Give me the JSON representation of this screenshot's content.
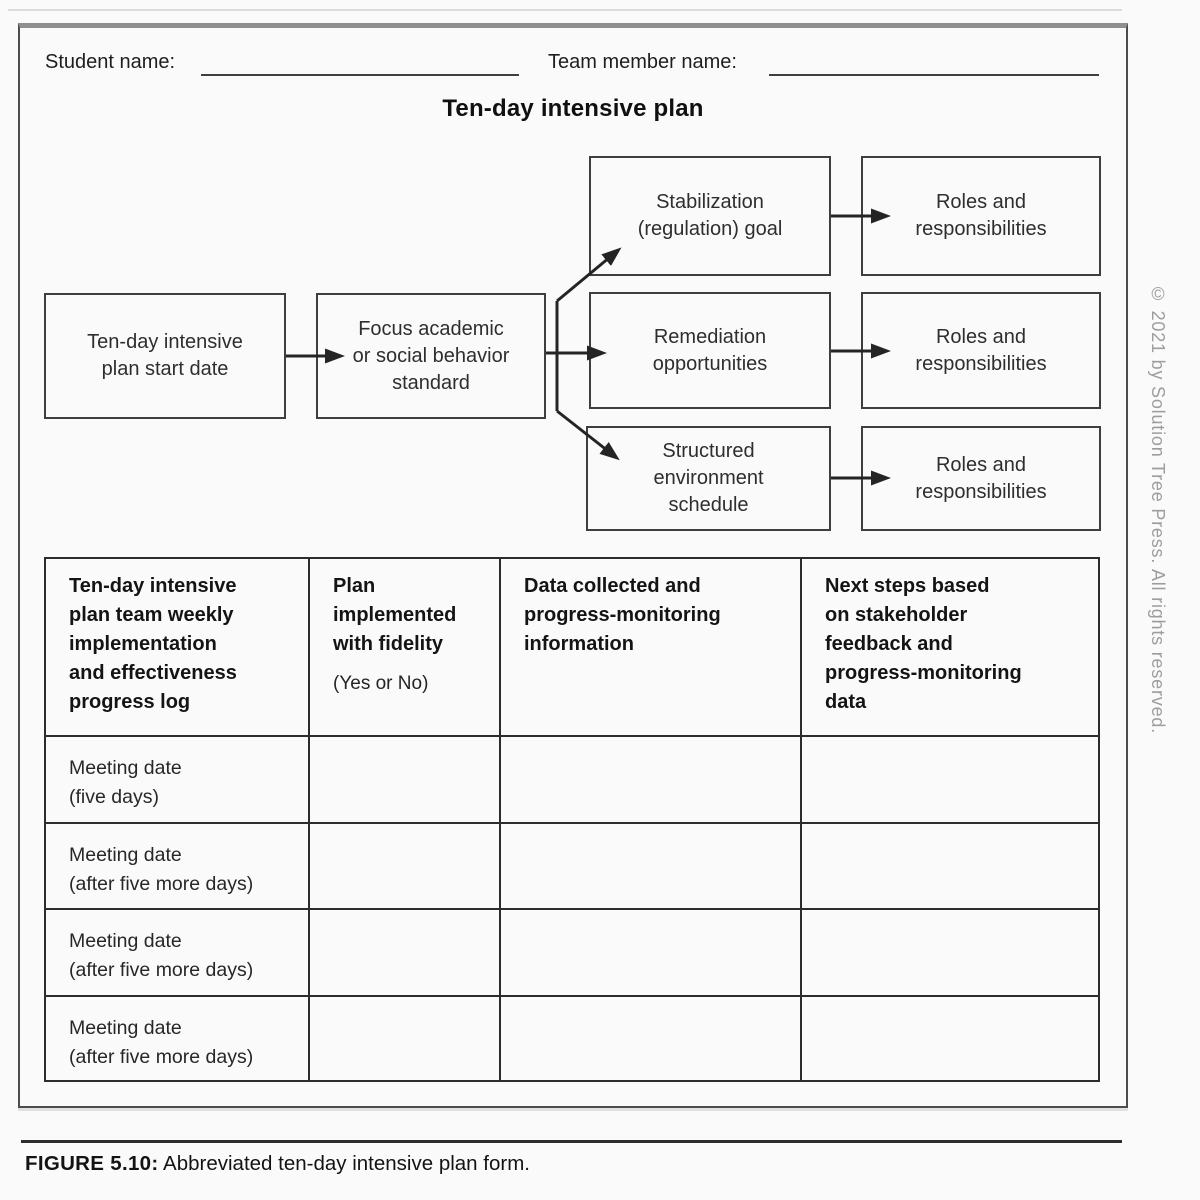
{
  "colors": {
    "box_border": "#3e3e3e",
    "table_border": "#2c2c2c",
    "text": "#222222",
    "muted_copyright": "#9d9d9d"
  },
  "header": {
    "student_name_label": "Student name:",
    "student_name_value": "",
    "team_member_name_label": "Team member name:",
    "team_member_name_value": "",
    "title": "Ten-day intensive plan"
  },
  "flowchart": {
    "start": "Ten-day intensive\nplan start date",
    "focus": "Focus academic\nor social behavior\nstandard",
    "branches": [
      {
        "goal": "Stabilization\n(regulation) goal",
        "outcome": "Roles and\nresponsibilities"
      },
      {
        "goal": "Remediation\nopportunities",
        "outcome": "Roles and\nresponsibilities"
      },
      {
        "goal": "Structured\nenvironment\nschedule",
        "outcome": "Roles and\nresponsibilities"
      }
    ]
  },
  "table": {
    "columns": [
      {
        "title": "Ten-day intensive\nplan team weekly\nimplementation\nand effectiveness\nprogress log",
        "note": ""
      },
      {
        "title": "Plan\nimplemented\nwith fidelity",
        "note": "(Yes or No)"
      },
      {
        "title": "Data collected and\nprogress-monitoring\ninformation",
        "note": ""
      },
      {
        "title": "Next steps based\non stakeholder\nfeedback and\nprogress-monitoring\ndata",
        "note": ""
      }
    ],
    "rows": [
      {
        "label": "Meeting date",
        "detail": "(five days)",
        "fidelity": "",
        "data_collected": "",
        "next_steps": ""
      },
      {
        "label": "Meeting date",
        "detail": "(after five more days)",
        "fidelity": "",
        "data_collected": "",
        "next_steps": ""
      },
      {
        "label": "Meeting date",
        "detail": "(after five more days)",
        "fidelity": "",
        "data_collected": "",
        "next_steps": ""
      },
      {
        "label": "Meeting date",
        "detail": "(after five more days)",
        "fidelity": "",
        "data_collected": "",
        "next_steps": ""
      }
    ]
  },
  "copyright": "© 2021 by Solution Tree Press. All rights reserved.",
  "caption": {
    "label": "FIGURE 5.10:",
    "text": "Abbreviated ten-day intensive plan form."
  }
}
